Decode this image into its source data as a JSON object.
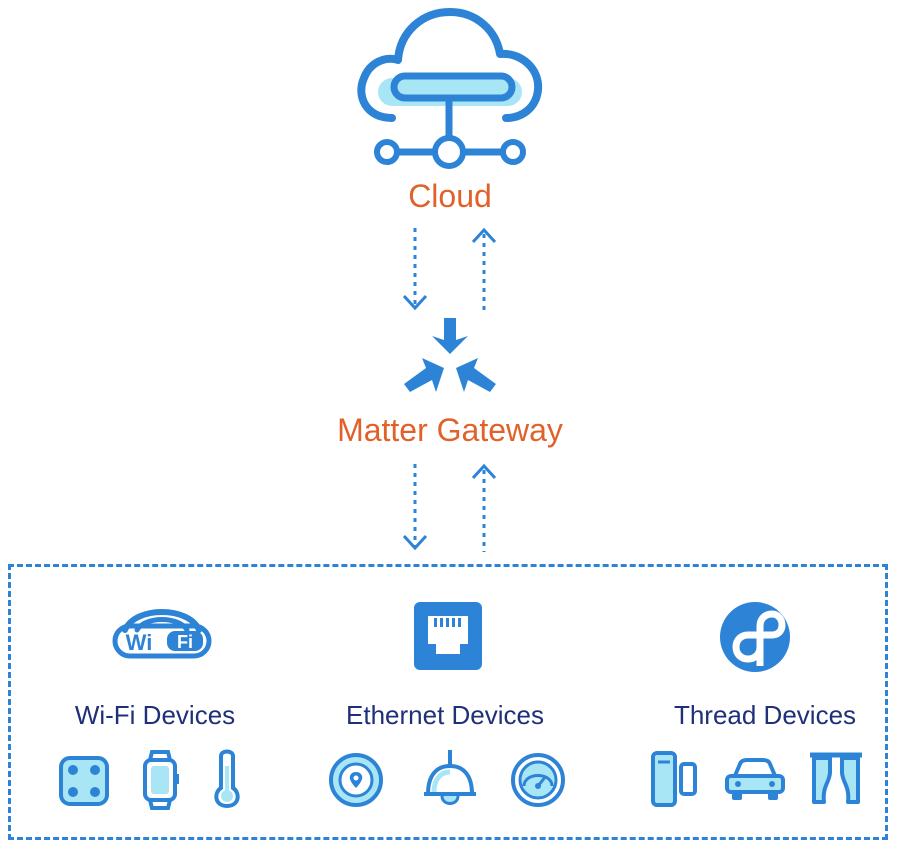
{
  "cloud": {
    "label": "Cloud",
    "icon": "cloud-network-icon"
  },
  "gateway": {
    "label": "Matter Gateway",
    "icon": "matter-logo-icon"
  },
  "devices": {
    "wifi": {
      "label": "Wi-Fi Devices",
      "icon": "wifi-icon",
      "icon_text_left": "Wi",
      "icon_text_right": "Fi",
      "items": [
        "smart-scale-icon",
        "smartwatch-icon",
        "thermometer-icon"
      ]
    },
    "ethernet": {
      "label": "Ethernet Devices",
      "icon": "ethernet-port-icon",
      "items": [
        "smoke-detector-icon",
        "pendant-lamp-icon",
        "gauge-icon"
      ]
    },
    "thread": {
      "label": "Thread Devices",
      "icon": "thread-logo-icon",
      "items": [
        "door-sensor-icon",
        "car-icon",
        "curtain-icon"
      ]
    }
  },
  "colors": {
    "label_orange": "#e0622a",
    "category_navy": "#1f2f7a",
    "icon_blue": "#2d84d6",
    "icon_light_blue": "#a8e6f5"
  }
}
